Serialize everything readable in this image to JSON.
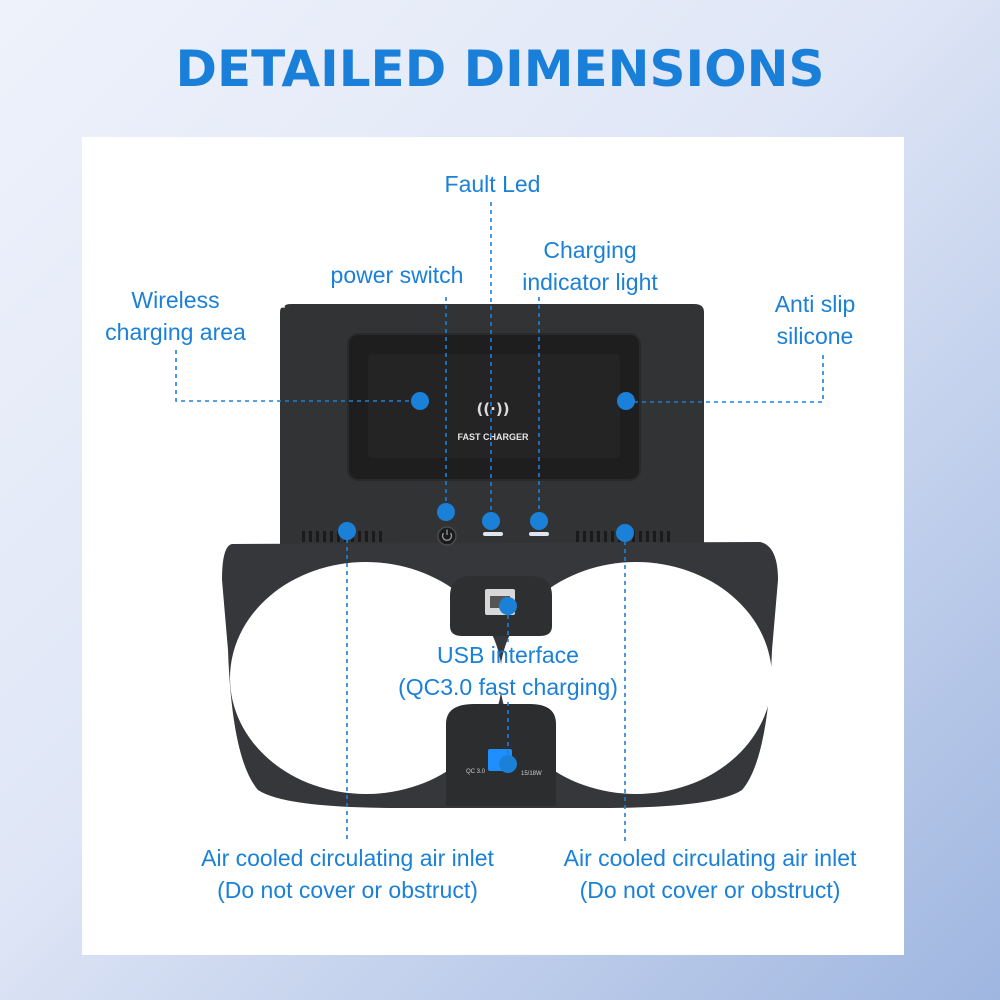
{
  "title": "DETAILED DIMENSIONS",
  "device": {
    "pad_icon_text": "((·))",
    "pad_text": "FAST CHARGER",
    "usb_left_text": "QC 3.0",
    "usb_right_text": "15/18W"
  },
  "labels": {
    "fault_led": "Fault Led",
    "charging_indicator_line1": "Charging",
    "charging_indicator_line2": "indicator light",
    "power_switch": "power switch",
    "wireless_line1": "Wireless",
    "wireless_line2": "charging area",
    "anti_slip_line1": "Anti slip",
    "anti_slip_line2": "silicone",
    "usb_line1": "USB interface",
    "usb_line2": "(QC3.0 fast charging)",
    "air_left_line1": "Air cooled circulating air inlet",
    "air_left_line2": "(Do not cover or obstruct)",
    "air_right_line1": "Air cooled circulating air inlet",
    "air_right_line2": "(Do not cover or obstruct)"
  },
  "colors": {
    "accent": "#1a80d8",
    "device_body": "#333436",
    "device_pad": "#1c1c1d"
  }
}
